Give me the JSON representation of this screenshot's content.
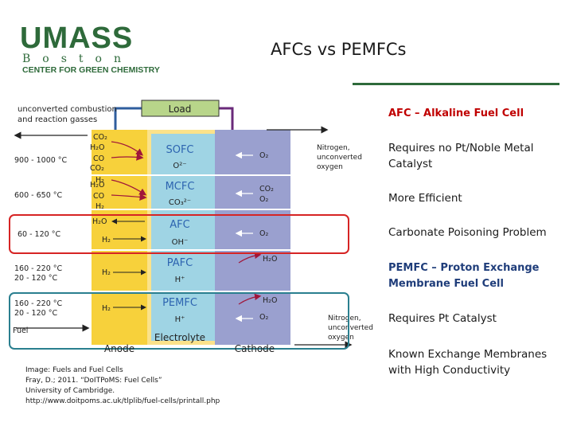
{
  "logo": {
    "top": "UMASS",
    "middle": "Boston",
    "bottom": "CENTER FOR GREEN CHEMISTRY"
  },
  "title": "AFCs vs PEMFCs",
  "right": {
    "afc_heading": "AFC – Alkaline Fuel Cell",
    "afc_points": [
      "Requires no Pt/Noble Metal Catalyst",
      "More Efficient",
      "Carbonate Poisoning Problem"
    ],
    "pemfc_heading": "PEMFC – Proton Exchange Membrane Fuel Cell",
    "pemfc_points": [
      "Requires Pt Catalyst",
      "Known Exchange Membranes with High Conductivity"
    ]
  },
  "credit": [
    "Image: Fuels and Fuel Cells",
    "Fray, D.; 2011. “DoITPoMS: Fuel Cells”",
    "University of Cambridge.",
    "http://www.doitpoms.ac.uk/tlplib/fuel-cells/printall.php"
  ],
  "diagram": {
    "load": "Load",
    "exhaust_label": [
      "unconverted combustion",
      "and reaction gasses"
    ],
    "right_exhaust_label": [
      "Nitrogen,",
      "unconverted",
      "oxygen"
    ],
    "fuel_label": "Fuel",
    "anode": "Anode",
    "electrolyte": "Electrolyte",
    "cathode": "Cathode",
    "rows": [
      {
        "name": "SOFC",
        "temp": [
          "900 - 1000 °C"
        ],
        "ion": "O²⁻",
        "anode_species": [
          "CO₂",
          "H₂O",
          "CO",
          "CO₂",
          "H₂"
        ],
        "cathode_species": [
          "O₂"
        ]
      },
      {
        "name": "MCFC",
        "temp": [
          "600 - 650 °C"
        ],
        "ion": "CO₃²⁻",
        "anode_species": [
          "H₂O",
          "CO",
          "H₂"
        ],
        "cathode_species": [
          "CO₂",
          "O₂"
        ]
      },
      {
        "name": "AFC",
        "temp": [
          "60 - 120 °C"
        ],
        "ion": "OH⁻",
        "anode_species": [
          "H₂O",
          "H₂"
        ],
        "cathode_species": [
          "O₂"
        ]
      },
      {
        "name": "PAFC",
        "temp": [
          "160 - 220 °C",
          "20 - 120 °C"
        ],
        "ion": "H⁺",
        "anode_species": [
          "H₂"
        ],
        "cathode_species": [
          "H₂O"
        ]
      },
      {
        "name": "PEMFC",
        "temp": [
          "160 - 220 °C",
          "20 - 120 °C"
        ],
        "ion": "H⁺",
        "anode_species": [
          "H₂"
        ],
        "cathode_species": [
          "H₂O",
          "O₂"
        ]
      }
    ],
    "colors": {
      "anode": "#f7d13b",
      "electrolyte": "#9fd4e4",
      "cathode": "#9aa0cf",
      "afc_highlight": "#d62424",
      "pemfc_highlight": "#2a7f8f",
      "load_box": "#b8d58a",
      "wire_left": "#2f5e9e",
      "wire_right": "#6a2a7a"
    }
  }
}
